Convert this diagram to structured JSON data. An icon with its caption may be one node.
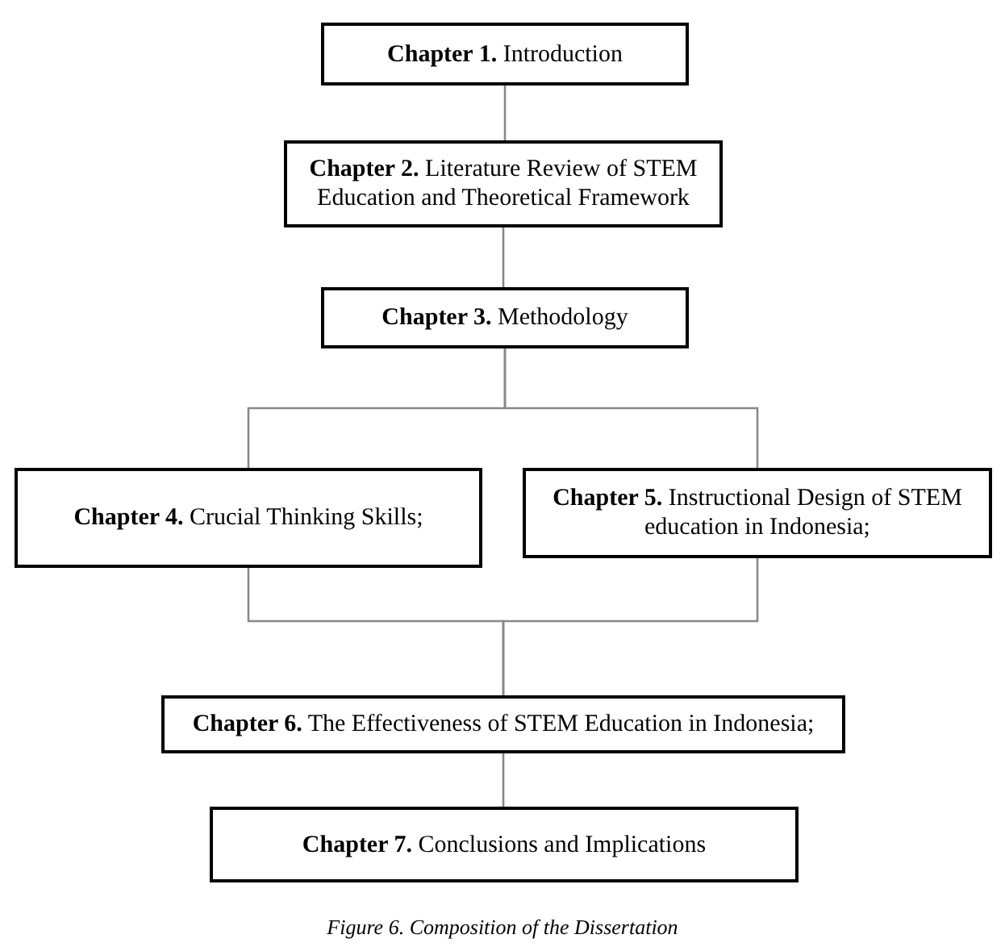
{
  "diagram": {
    "caption": "Figure 6. Composition of the Dissertation",
    "nodes": [
      {
        "text": [
          "**Chapter 1.** Introduction"
        ]
      },
      {
        "text": [
          "**Chapter 2.** Literature Review of STEM Education and Theoretical Framework"
        ]
      },
      {
        "text": [
          "**Chapter 3.** Methodology"
        ]
      },
      {
        "text": [
          "**Chapter 4.** Crucial Thinking Skills;"
        ]
      },
      {
        "text": [
          "**Chapter 5.** Instructional Design of STEM education in Indonesia;"
        ]
      },
      {
        "text": [
          "**Chapter 6.** The Effectiveness of STEM Education in Indonesia;"
        ]
      },
      {
        "text": [
          "**Chapter 7.** Conclusions and Implications"
        ]
      }
    ],
    "edges": [
      {
        "from": 0,
        "to": 1,
        "arrow": "none"
      },
      {
        "from": 1,
        "to": 2,
        "arrow": "none"
      },
      {
        "from": 2,
        "to": 3,
        "arrow": "none"
      },
      {
        "from": 2,
        "to": 4,
        "arrow": "none"
      },
      {
        "from": 3,
        "to": 5,
        "arrow": "none"
      },
      {
        "from": 4,
        "to": 5,
        "arrow": "none"
      },
      {
        "from": 5,
        "to": 6,
        "arrow": "none"
      }
    ]
  }
}
